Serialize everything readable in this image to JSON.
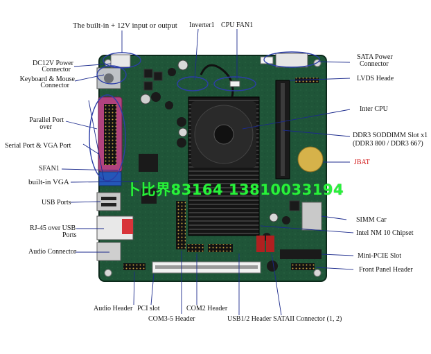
{
  "labels": {
    "builtin_12v": "The built-in + 12V input or output",
    "inverter1": "Inverter1",
    "cpu_fan1": "CPU FAN1",
    "sata_power": "SATA Power",
    "sata_power2": "Connector",
    "dc12v_power": "DC12V Power",
    "dc12v_power2": "Connector",
    "keyboard_mouse": "Keyboard & Mouse",
    "keyboard_mouse2": "Connector",
    "lvds_header": "LVDS Heade",
    "inter_cpu": "Inter CPU",
    "parallel_port": "Parallel Port",
    "parallel_port2": "over",
    "ddr3_slot": "DDR3 SODDIMM Slot x1",
    "ddr3_slot2": "(DDR3 800 / DDR3 667)",
    "serial_vga": "Serial Port & VGA Port",
    "jbat": "JBAT",
    "sfan1": "SFAN1",
    "builtin_vga": "built-in VGA",
    "usb_ports": "USB Ports",
    "simm_car": "SIMM Car",
    "rj45_usb": "RJ-45 over USB",
    "rj45_usb2": "Ports",
    "nm10_chipset": "Intel NM 10 Chipset",
    "audio_connector": "Audio Connector",
    "mini_pcie": "Mini-PCIE Slot",
    "front_panel": "Front Panel Header",
    "audio_header": "Audio Header",
    "pci_slot": "PCI slot",
    "com2_header": "COM2 Header",
    "com35_header": "COM3-5 Header",
    "usb12_sata": "USB1/2 Header SATAII Connector (1, 2)"
  },
  "watermark": "卜比界83164 13810033194",
  "colors": {
    "board": "#1e5236",
    "pcb_dark": "#0f3322",
    "heatsink": "#141414",
    "fan": "#2a2a2a",
    "parallel_port": "#b0427e",
    "pci_slot": "#f2f2f2",
    "ddr_slot": "#1a1a1a",
    "battery": "#d6b24a",
    "callout_line": "#1b2a8c",
    "callout_circle": "#2c3ea8",
    "label_text": "#111111",
    "label_red": "#d01010",
    "watermark": "#28f23a"
  }
}
